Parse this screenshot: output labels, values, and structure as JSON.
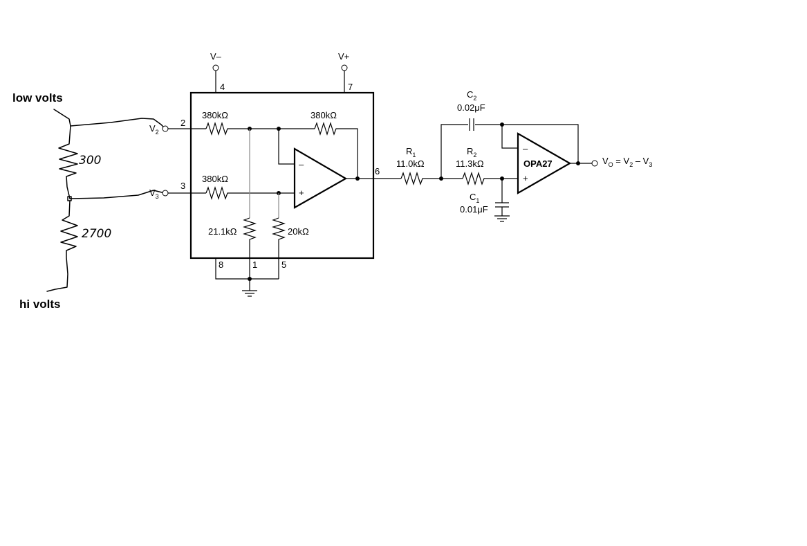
{
  "handwritten": {
    "low_label": "low volts",
    "high_label": "hi volts",
    "r_top": "300",
    "r_bottom": "2700"
  },
  "supply": {
    "v_minus": "V–",
    "v_plus": "V+",
    "pin4": "4",
    "pin7": "7"
  },
  "inputs": {
    "v2_main": "V",
    "v2_sub": "2",
    "v3_main": "V",
    "v3_sub": "3",
    "pin2": "2",
    "pin3": "3"
  },
  "ina": {
    "r_top_left": "380kΩ",
    "r_top_right": "380kΩ",
    "r_mid_left": "380kΩ",
    "r_shunt_left": "21.1kΩ",
    "r_shunt_right": "20kΩ",
    "opamp_minus": "–",
    "opamp_plus": "+",
    "pin6": "6",
    "pin8": "8",
    "pin1": "1",
    "pin5": "5"
  },
  "filter": {
    "r1_main": "R",
    "r1_sub": "1",
    "r1_value": "11.0kΩ",
    "r2_main": "R",
    "r2_sub": "2",
    "r2_value": "11.3kΩ",
    "c2_main": "C",
    "c2_sub": "2",
    "c2_value": "0.02μF",
    "c1_main": "C",
    "c1_sub": "1",
    "c1_value": "0.01μF",
    "opamp_name": "OPA27",
    "opamp_minus": "–",
    "opamp_plus": "+"
  },
  "output": {
    "v_main": "V",
    "v_sub": "O",
    "eq": " = V",
    "eq_sub2": "2",
    "minus": " – V",
    "eq_sub3": "3"
  }
}
